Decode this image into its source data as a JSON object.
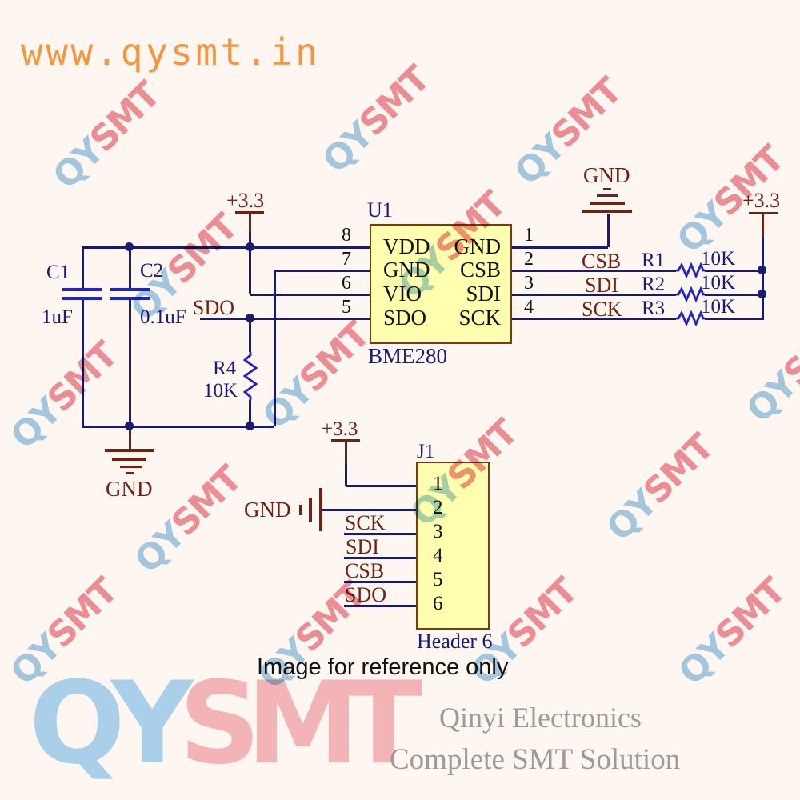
{
  "site_url": "www.qysmt.in",
  "note": "Image for reference only",
  "watermark": {
    "qy": "QY",
    "smt": "SMT"
  },
  "branding": {
    "logo_qy": "QY",
    "logo_smt": "SMT",
    "company": "Qinyi Electronics",
    "tagline": "Complete SMT Solution"
  },
  "nets": {
    "vcc": "+3.3",
    "gnd": "GND",
    "sdo": "SDO",
    "csb": "CSB",
    "sdi": "SDI",
    "sck": "SCK"
  },
  "components": {
    "u1": {
      "designator": "U1",
      "part": "BME280",
      "left_pins": [
        {
          "num": "8",
          "name": "VDD"
        },
        {
          "num": "7",
          "name": "GND"
        },
        {
          "num": "6",
          "name": "VIO"
        },
        {
          "num": "5",
          "name": "SDO"
        }
      ],
      "right_pins": [
        {
          "num": "1",
          "name": "GND"
        },
        {
          "num": "2",
          "name": "CSB"
        },
        {
          "num": "3",
          "name": "SDI"
        },
        {
          "num": "4",
          "name": "SCK"
        }
      ]
    },
    "c1": {
      "designator": "C1",
      "value": "1uF"
    },
    "c2": {
      "designator": "C2",
      "value": "0.1uF"
    },
    "r1": {
      "designator": "R1",
      "value": "10K"
    },
    "r2": {
      "designator": "R2",
      "value": "10K"
    },
    "r3": {
      "designator": "R3",
      "value": "10K"
    },
    "r4": {
      "designator": "R4",
      "value": "10K"
    },
    "j1": {
      "designator": "J1",
      "part": "Header 6",
      "pin_numbers": [
        "1",
        "2",
        "3",
        "4",
        "5",
        "6"
      ]
    }
  },
  "colors": {
    "bg": "#fdf6f1",
    "wire": "#1a1a70",
    "component": "#2222cc",
    "net": "#6e2213",
    "designator": "#1a1a78",
    "pin_text": "#101010",
    "ic_fill": "#ffffb0",
    "ic_border": "#7b3a12",
    "url_orange": "#f7943e",
    "wm_blue": "#a5cee9",
    "wm_pink": "#ee929d",
    "logo_blue": "#a9cfe9",
    "logo_pink": "#f3b4b8",
    "brand_gray": "#9b9b9b",
    "note_black": "#111111"
  }
}
